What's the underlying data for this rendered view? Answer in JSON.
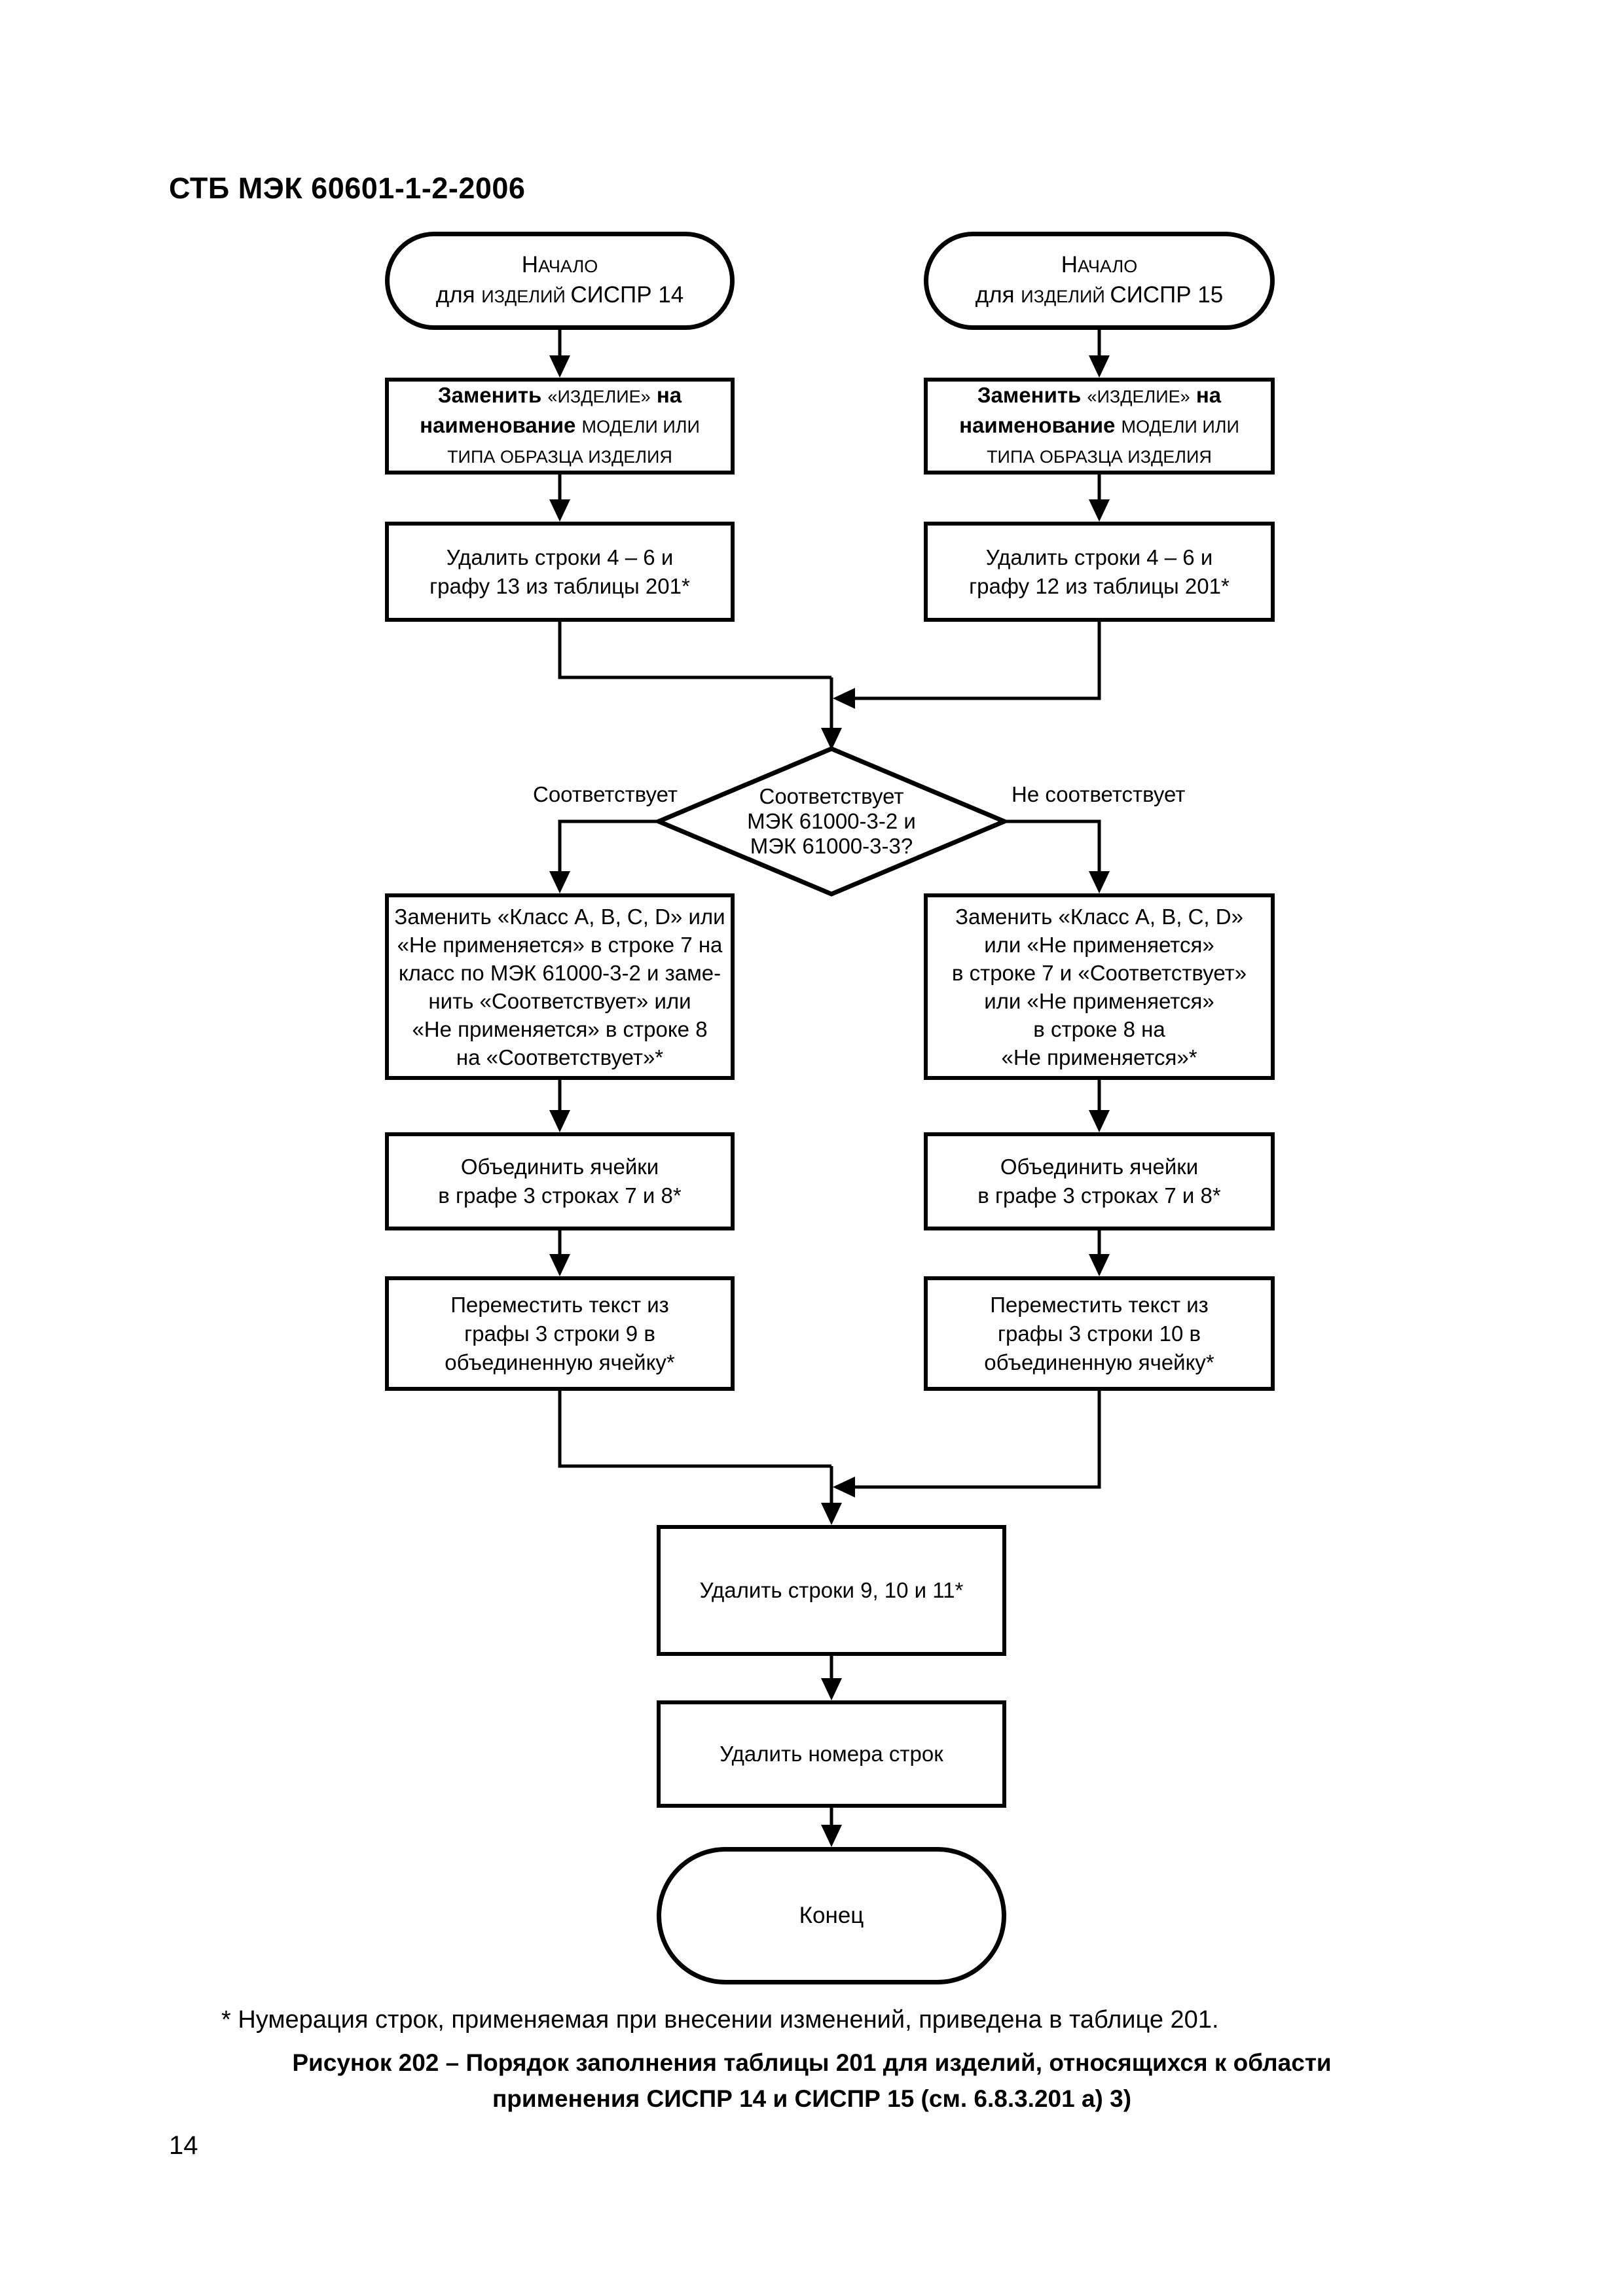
{
  "page": {
    "header": "СТБ МЭК 60601-1-2-2006",
    "footnote": "* Нумерация строк, применяемая при внесении изменений, приведена в таблице 201.",
    "caption_line1": "Рисунок 202 – Порядок заполнения таблицы 201 для изделий, относящихся к области",
    "caption_line2": "применения СИСПР 14 и СИСПР 15 (см. 6.8.3.201 а) 3)",
    "page_number": "14"
  },
  "labels": {
    "branch_yes": "Соответствует",
    "branch_no": "Не соответствует"
  },
  "colors": {
    "ink": "#000000",
    "paper": "#ffffff"
  },
  "nodes": {
    "start_cispr14": {
      "lines": [
        [
          {
            "t": "Н"
          },
          {
            "t": "АЧАЛО",
            "sc": true
          }
        ],
        [
          {
            "t": "для "
          },
          {
            "t": "ИЗДЕЛИЙ ",
            "sc": true
          },
          {
            "t": "СИСПР 14"
          }
        ]
      ]
    },
    "start_cispr15": {
      "lines": [
        [
          {
            "t": "Н"
          },
          {
            "t": "АЧАЛО",
            "sc": true
          }
        ],
        [
          {
            "t": "для "
          },
          {
            "t": "ИЗДЕЛИЙ ",
            "sc": true
          },
          {
            "t": "СИСПР 15"
          }
        ]
      ]
    },
    "replace_left": {
      "lines": [
        [
          {
            "t": "Заменить ",
            "b": true
          },
          {
            "t": "«ИЗДЕЛИЕ»",
            "sc": true
          },
          {
            "t": " на",
            "b": true
          }
        ],
        [
          {
            "t": "наименование ",
            "b": true
          },
          {
            "t": "МОДЕЛИ ИЛИ",
            "sc": true
          }
        ],
        [
          {
            "t": "ТИПА ОБРАЗЦА ИЗДЕЛИЯ",
            "sc": true
          }
        ]
      ]
    },
    "replace_right": {
      "lines": [
        [
          {
            "t": "Заменить ",
            "b": true
          },
          {
            "t": "«ИЗДЕЛИЕ»",
            "sc": true
          },
          {
            "t": " на",
            "b": true
          }
        ],
        [
          {
            "t": "наименование ",
            "b": true
          },
          {
            "t": "МОДЕЛИ ИЛИ",
            "sc": true
          }
        ],
        [
          {
            "t": "ТИПА ОБРАЗЦА ИЗДЕЛИЯ",
            "sc": true
          }
        ]
      ]
    },
    "delete_left": {
      "lines": [
        [
          {
            "t": "Удалить строки 4 – 6 и"
          }
        ],
        [
          {
            "t": "графу 13 из таблицы 201*"
          }
        ]
      ]
    },
    "delete_right": {
      "lines": [
        [
          {
            "t": "Удалить строки 4 – 6 и"
          }
        ],
        [
          {
            "t": "графу 12 из таблицы 201*"
          }
        ]
      ]
    },
    "decision": {
      "lines": [
        [
          {
            "t": "Соответствует"
          }
        ],
        [
          {
            "t": "МЭК 61000-3-2 и"
          }
        ],
        [
          {
            "t": "МЭК 61000-3-3?"
          }
        ]
      ]
    },
    "class_left": {
      "lines": [
        [
          {
            "t": "Заменить «Класс А, В, С, D» или"
          }
        ],
        [
          {
            "t": "«Не применяется» в строке 7 на"
          }
        ],
        [
          {
            "t": "класс по МЭК 61000-3-2 и заме-"
          }
        ],
        [
          {
            "t": "нить «Соответствует» или"
          }
        ],
        [
          {
            "t": "«Не применяется» в строке 8"
          }
        ],
        [
          {
            "t": "на «Соответствует»*"
          }
        ]
      ]
    },
    "class_right": {
      "lines": [
        [
          {
            "t": "Заменить «Класс А, В, С, D»"
          }
        ],
        [
          {
            "t": "или «Не применяется»"
          }
        ],
        [
          {
            "t": "в строке 7 и «Соответствует»"
          }
        ],
        [
          {
            "t": "или «Не применяется»"
          }
        ],
        [
          {
            "t": "в строке 8 на"
          }
        ],
        [
          {
            "t": "«Не применяется»*"
          }
        ]
      ]
    },
    "merge_left": {
      "lines": [
        [
          {
            "t": "Объединить ячейки"
          }
        ],
        [
          {
            "t": "в графе 3 строках 7 и 8*"
          }
        ]
      ]
    },
    "merge_right": {
      "lines": [
        [
          {
            "t": "Объединить ячейки"
          }
        ],
        [
          {
            "t": "в графе 3 строках 7 и 8*"
          }
        ]
      ]
    },
    "move_left": {
      "lines": [
        [
          {
            "t": "Переместить текст из"
          }
        ],
        [
          {
            "t": "графы 3 строки 9 в"
          }
        ],
        [
          {
            "t": "объединенную ячейку*"
          }
        ]
      ]
    },
    "move_right": {
      "lines": [
        [
          {
            "t": "Переместить текст из"
          }
        ],
        [
          {
            "t": "графы 3 строки 10 в"
          }
        ],
        [
          {
            "t": "объединенную ячейку*"
          }
        ]
      ]
    },
    "delete_rows": {
      "lines": [
        [
          {
            "t": "Удалить строки 9, 10 и 11*"
          }
        ]
      ]
    },
    "delete_numbers": {
      "lines": [
        [
          {
            "t": "Удалить номера строк"
          }
        ]
      ]
    },
    "end": {
      "lines": [
        [
          {
            "t": "Конец"
          }
        ]
      ]
    }
  }
}
